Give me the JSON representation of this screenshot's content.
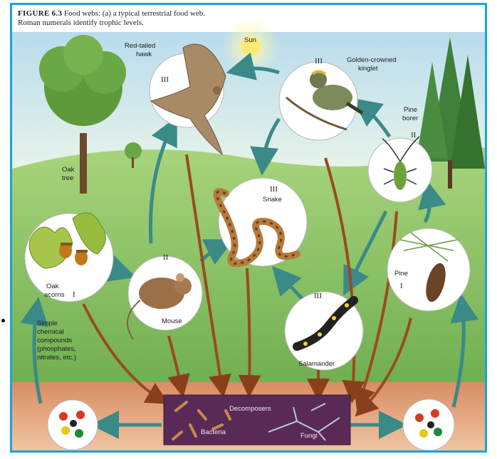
{
  "caption": {
    "figure_label": "FIGURE 6.3",
    "line1": "Food webs: (a) a typical terrestrial food web.",
    "line2": "Roman numerals identify trophic levels."
  },
  "labels": {
    "sun": "Sun",
    "hawk": "Red-tailed hawk",
    "hawk_level": "III",
    "kinglet": "Golden-crowned kinglet",
    "kinglet_level": "III",
    "borer": "Pine borer",
    "borer_level": "II",
    "snake": "Snake",
    "snake_level": "III",
    "oak_tree": "Oak tree",
    "oak_acorns": "Oak acorns",
    "oak_level": "I",
    "mouse": "Mouse",
    "mouse_level": "II",
    "salamander": "Salamander",
    "salamander_level": "III",
    "pine": "Pine",
    "pine_level": "I",
    "chemicals": "Simple chemical compounds (phosphates, nitrates, etc.)",
    "decomposers": "Decomposers",
    "bacteria": "Bacteria",
    "fungi": "Fungi"
  },
  "colors": {
    "frame": "#1aa3d9",
    "sky": "#cfe7f0",
    "grass": "#8cc06a",
    "soil": "#e8b58f",
    "arrow": "#3a8a88",
    "decay_arrow": "#9a4a22",
    "decomposer_box": "#5a2a57"
  }
}
